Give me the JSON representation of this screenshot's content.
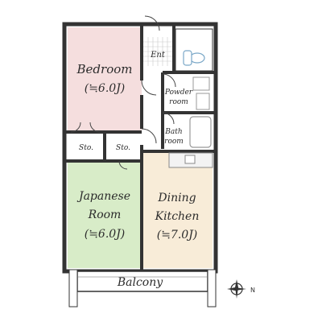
{
  "floor_plan": {
    "rooms": {
      "bedroom": {
        "name": "Bedroom",
        "area": "(≒6.0J)"
      },
      "japanese_room": {
        "name_line1": "Japanese",
        "name_line2": "Room",
        "area": "(≒6.0J)"
      },
      "dining_kitchen": {
        "name_line1": "Dining",
        "name_line2": "Kitchen",
        "area": "(≒7.0J)"
      },
      "entrance": {
        "name": "Ent"
      },
      "powder_room": {
        "name_line1": "Powder",
        "name_line2": "room"
      },
      "bathroom": {
        "name_line1": "Bath",
        "name_line2": "room"
      },
      "storage_left": {
        "name": "Sto."
      },
      "storage_right": {
        "name": "Sto."
      },
      "balcony": {
        "name": "Balcony"
      }
    },
    "compass": {
      "label": "N"
    },
    "colors": {
      "bedroom_fill": "#f5dede",
      "japanese_room_fill": "#d8ecc8",
      "dining_kitchen_fill": "#f8ecd8",
      "wall": "#333333",
      "service_fill": "#ffffff"
    }
  }
}
